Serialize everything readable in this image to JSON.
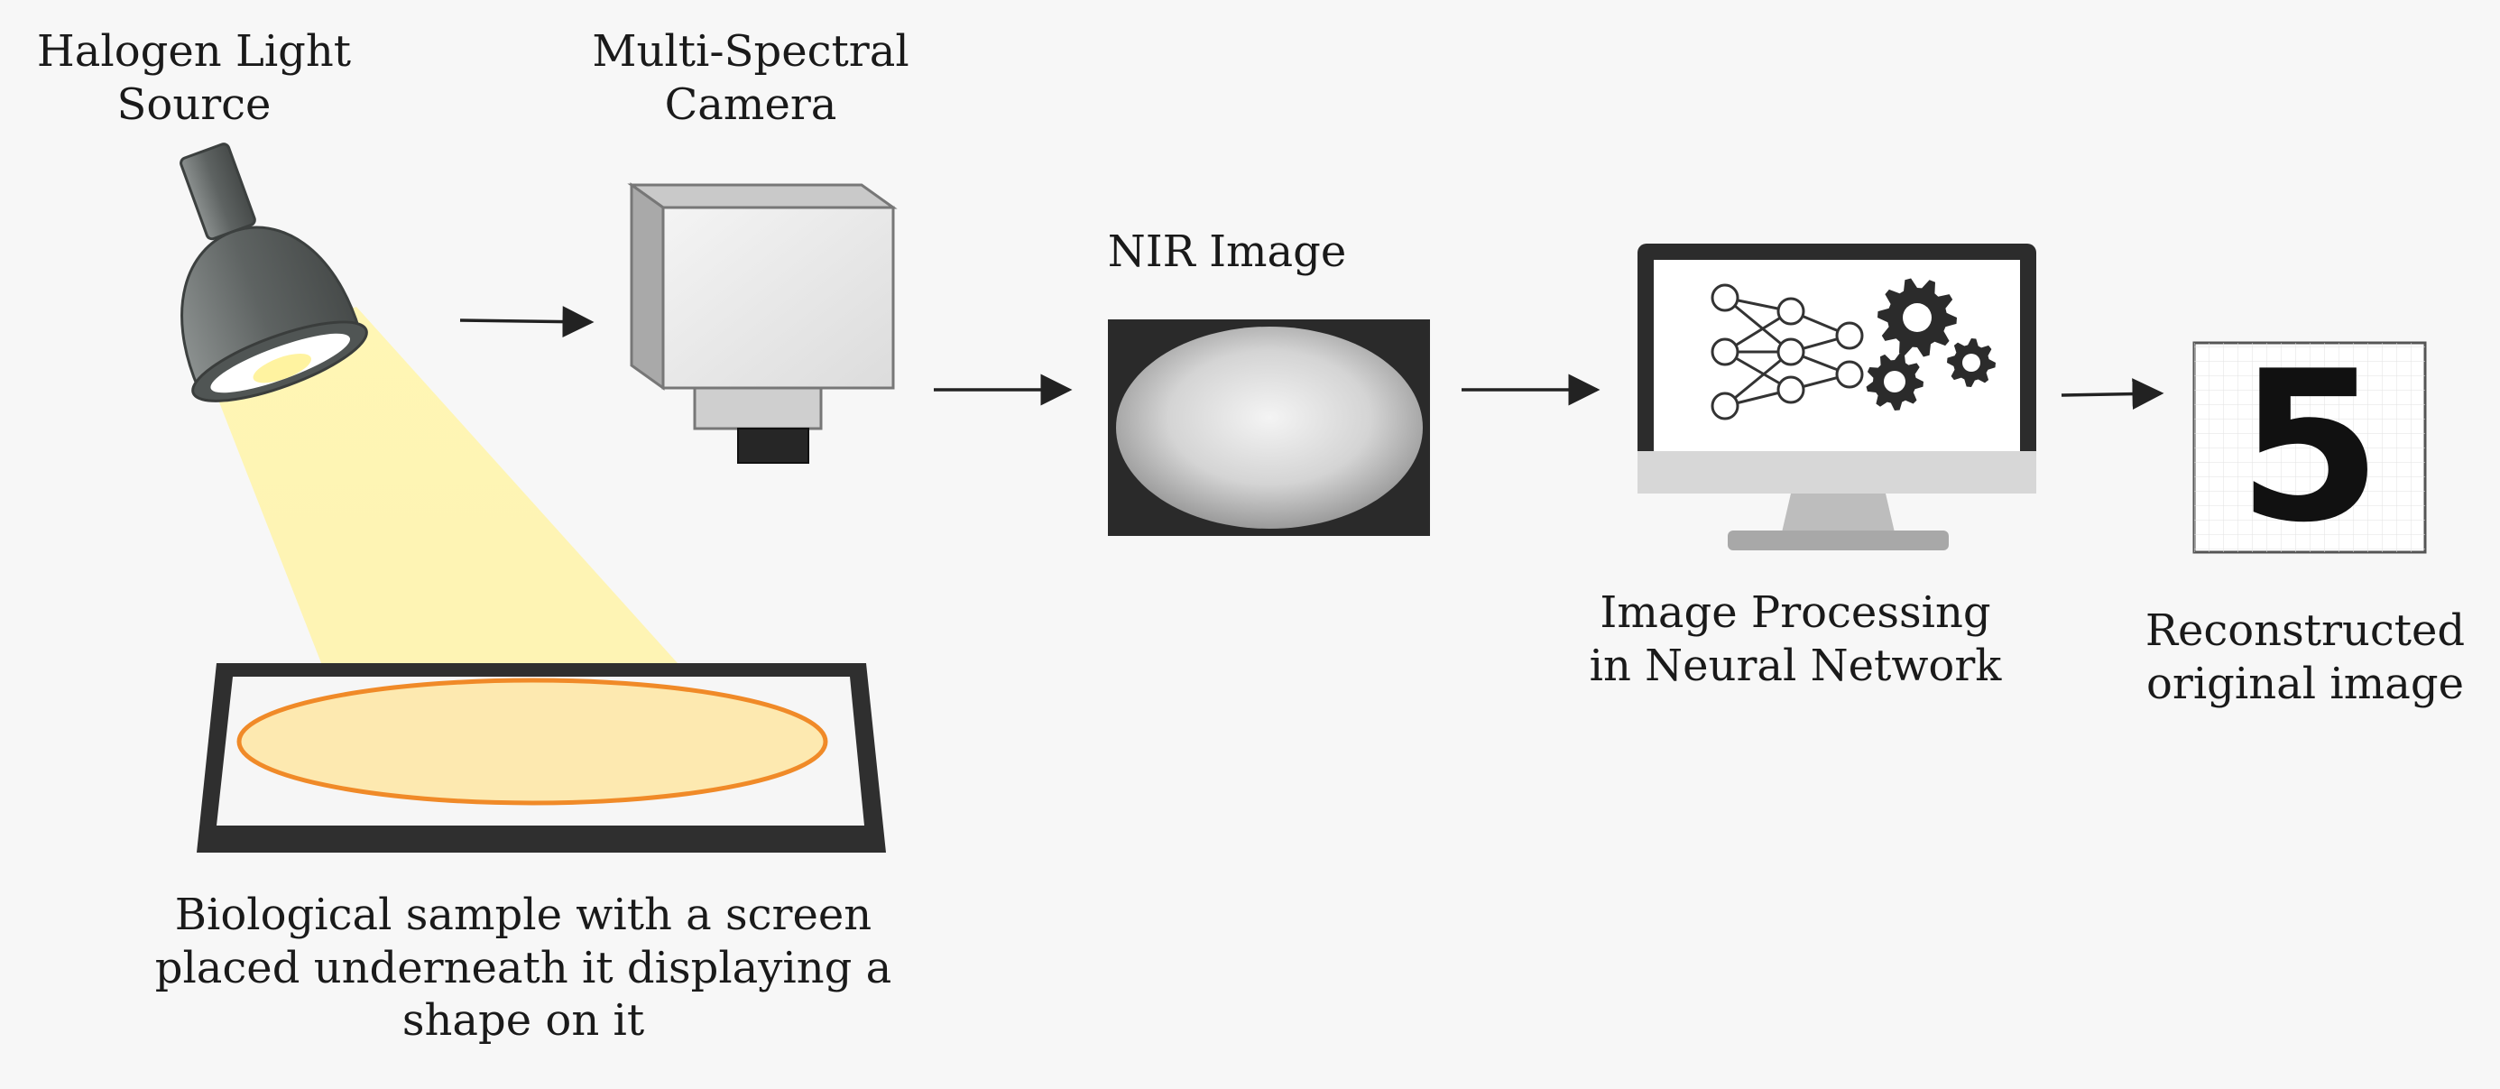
{
  "labels": {
    "lamp": [
      "Halogen Light",
      "Source"
    ],
    "camera": [
      "Multi-Spectral",
      "Camera"
    ],
    "nir": [
      "NIR Image"
    ],
    "nn": [
      "Image Processing",
      "in Neural Network"
    ],
    "recon": [
      "Reconstructed",
      "original image"
    ],
    "sample": [
      "Biological sample with a screen",
      "placed underneath it displaying a",
      "shape on it"
    ]
  },
  "digit": "5",
  "colors": {
    "background": "#f7f7f7",
    "light_beam": "#fff3a8",
    "sample_ellipse": "#fde9b0",
    "sample_ellipse_stroke": "#f08a28",
    "lamp_body": "#6f7473",
    "frame": "#333333",
    "arrow": "#222222"
  }
}
